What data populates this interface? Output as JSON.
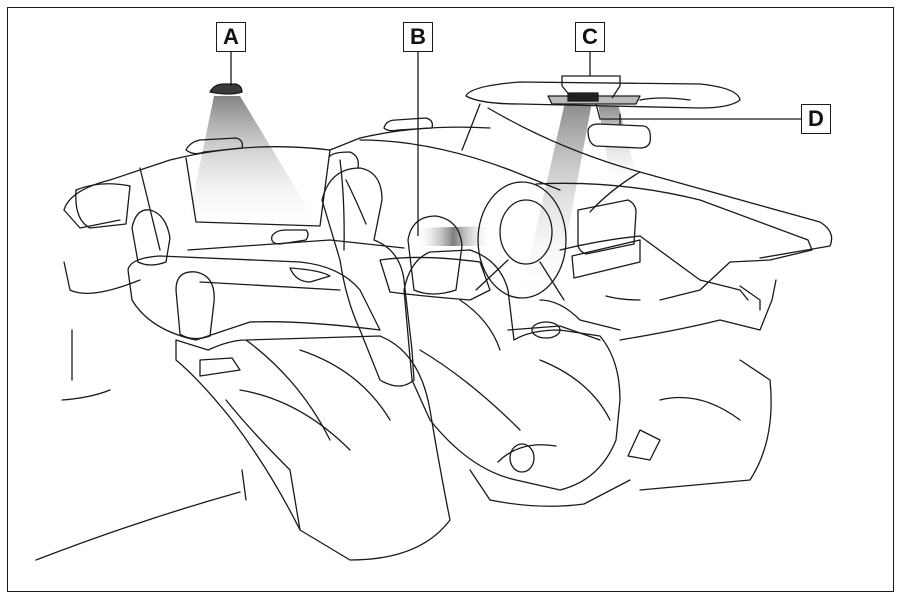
{
  "callouts": {
    "a": "A",
    "b": "B",
    "c": "C",
    "d": "D"
  },
  "colors": {
    "line": "#1a1a1a",
    "light_beam_dark": "#8a8a8a",
    "light_beam_light": "#ffffff"
  }
}
